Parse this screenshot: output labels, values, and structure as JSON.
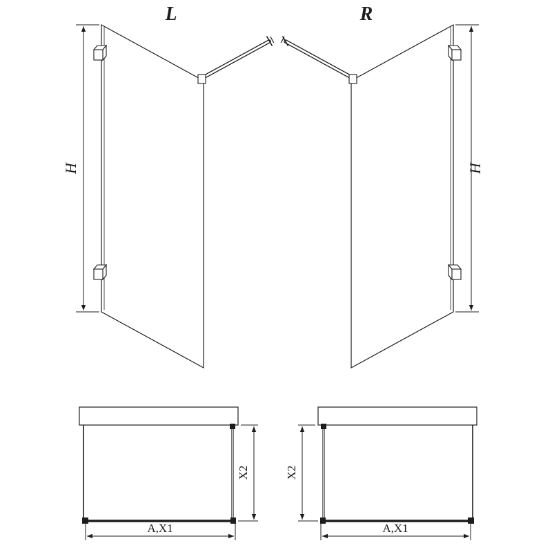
{
  "colors": {
    "line": "#1d1d1b",
    "background": "#ffffff"
  },
  "views": {
    "left_3d": {
      "variant_label": "L",
      "height_label": "H"
    },
    "right_3d": {
      "variant_label": "R",
      "height_label": "H"
    },
    "left_plan": {
      "width_label": "A,X1",
      "depth_label": "X2"
    },
    "right_plan": {
      "width_label": "A,X1",
      "depth_label": "X2"
    }
  }
}
